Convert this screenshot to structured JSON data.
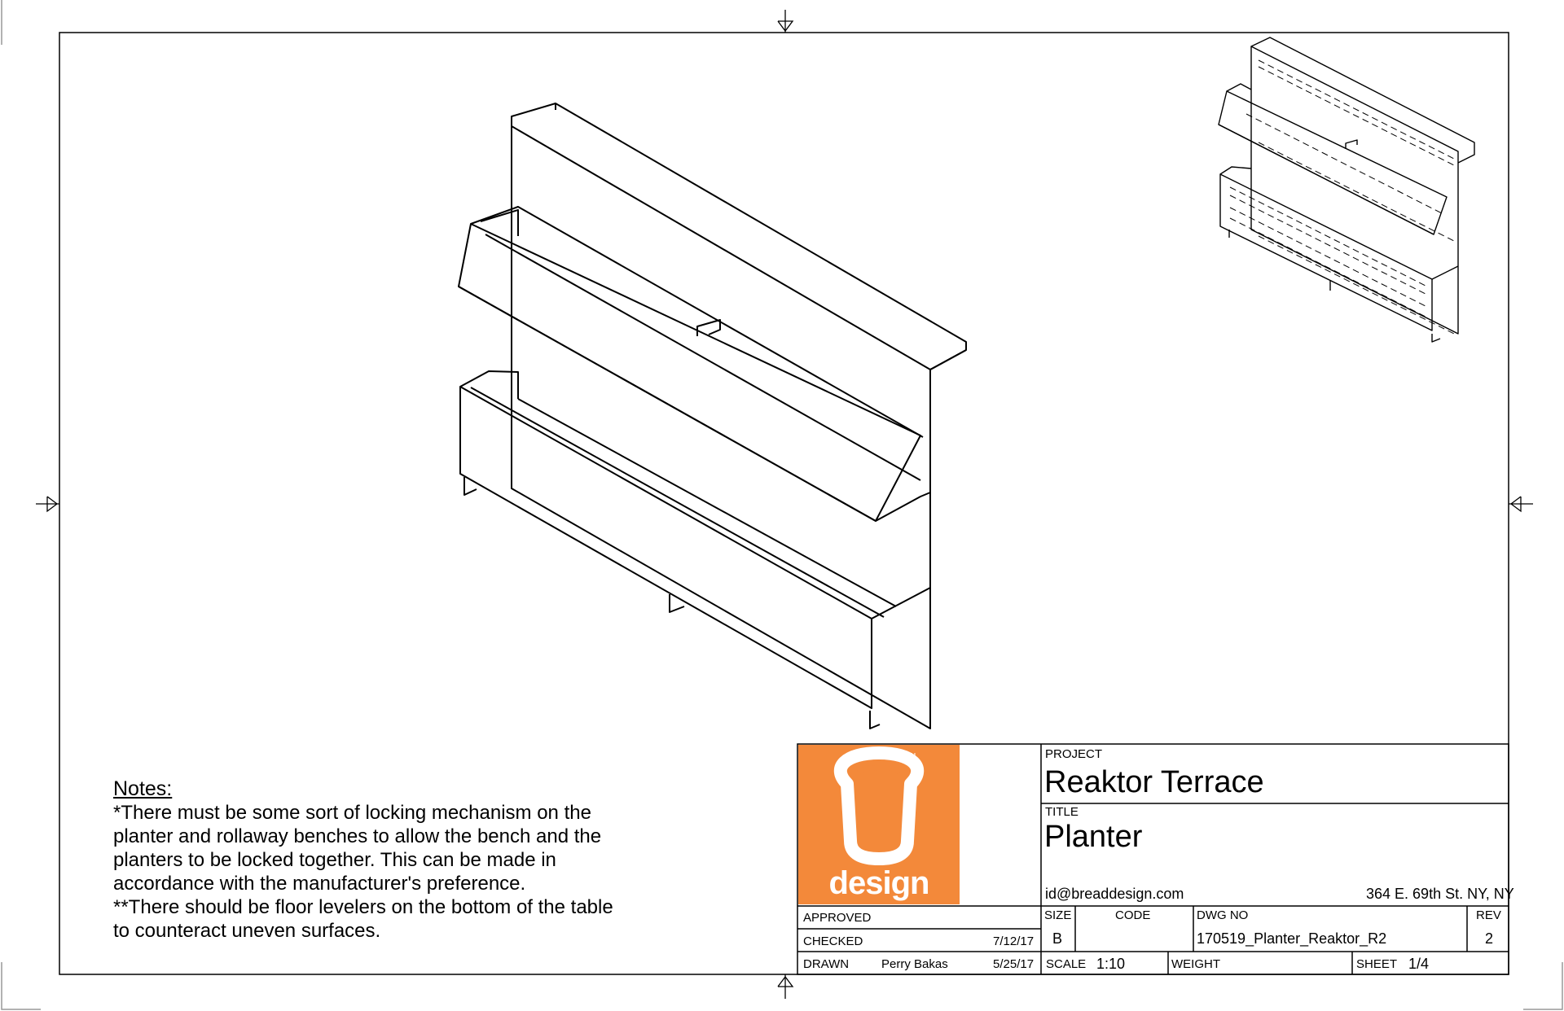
{
  "notes": {
    "heading": "Notes:",
    "lines": [
      "*There must be some sort of locking mechanism on the",
      "planter and rollaway benches to allow the bench and the",
      "planters to be locked together. This can be made in",
      "accordance with the manufacturer's preference.",
      "**There should be floor levelers on the bottom of the table",
      "to counteract uneven surfaces."
    ]
  },
  "logo": {
    "text": "design",
    "mark": "TM"
  },
  "title_block": {
    "project_label": "PROJECT",
    "project": "Reaktor Terrace",
    "title_label": "TITLE",
    "title": "Planter",
    "email": "id@breaddesign.com",
    "address": "364 E. 69th St. NY, NY",
    "approved_label": "APPROVED",
    "checked_label": "CHECKED",
    "checked_date": "7/12/17",
    "drawn_label": "DRAWN",
    "drawn_by": "Perry Bakas",
    "drawn_date": "5/25/17",
    "size_label": "SIZE",
    "size": "B",
    "code_label": "CODE",
    "dwg_no_label": "DWG NO",
    "dwg_no": "170519_Planter_Reaktor_R2",
    "rev_label": "REV",
    "rev": "2",
    "scale_label": "SCALE",
    "scale": "1:10",
    "weight_label": "WEIGHT",
    "sheet_label": "SHEET",
    "sheet": "1/4"
  },
  "colors": {
    "logo_orange": "#f3893a",
    "line": "#000000"
  }
}
